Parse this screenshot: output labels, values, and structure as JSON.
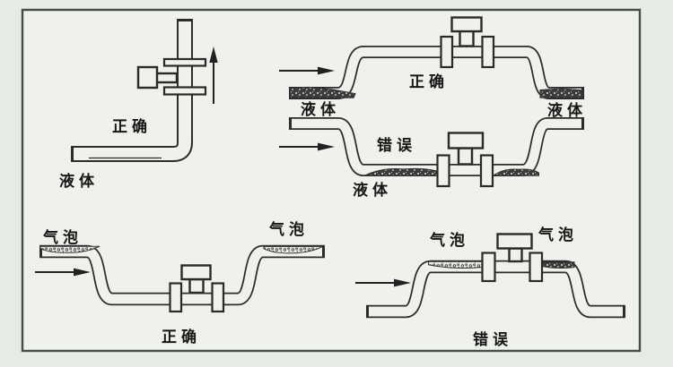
{
  "figure": {
    "kind": "flowmeter-installation-diagram"
  },
  "colors": {
    "page_background": "#e7ebe6",
    "panel_background": "#eef1ec",
    "frame_border": "#474c48",
    "line_color": "#2c2c2c",
    "text_color": "#161616",
    "hatch_dark": "#3b3b3b"
  },
  "icons": {
    "flow_direction_arrow": "right-arrow",
    "upward_flow_arrow": "up-arrow"
  },
  "labels": {
    "riser": {
      "verdict": "正确",
      "fluid": "液体"
    },
    "hump_top": {
      "verdict": "正确",
      "fluid_left": "液体",
      "fluid_right": "液体"
    },
    "dip_bottom": {
      "verdict": "错误",
      "fluid": "液体"
    },
    "dip_low": {
      "verdict": "正确",
      "bubble_left": "气泡",
      "bubble_right": "气泡"
    },
    "hump_high": {
      "verdict": "错误",
      "bubble_left": "气泡",
      "bubble_right": "气泡"
    }
  }
}
